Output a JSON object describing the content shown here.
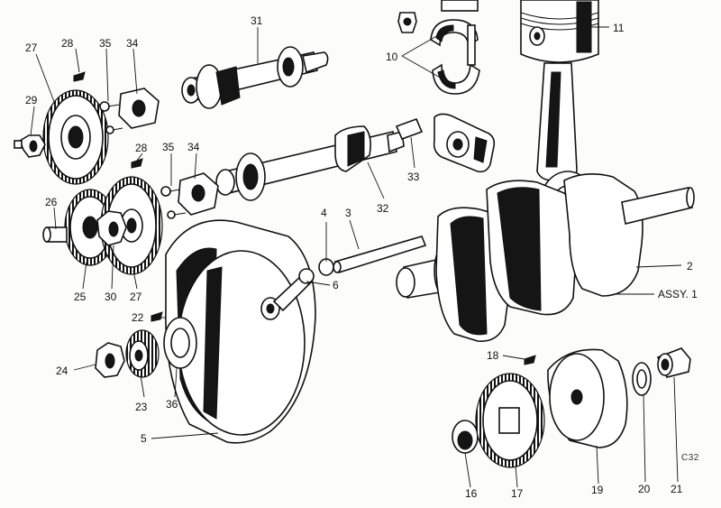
{
  "labels": {
    "l1": "ASSY. 1",
    "l2": "2",
    "l3": "3",
    "l4": "4",
    "l5": "5",
    "l6": "6",
    "l10": "10",
    "l11": "11",
    "l16": "16",
    "l17": "17",
    "l18": "18",
    "l19": "19",
    "l20": "20",
    "l21": "21",
    "l22": "22",
    "l23": "23",
    "l24": "24",
    "l25": "25",
    "l26": "26",
    "l27a": "27",
    "l27b": "27",
    "l28a": "28",
    "l28b": "28",
    "l29": "29",
    "l30": "30",
    "l31": "31",
    "l32": "32",
    "l33": "33",
    "l34a": "34",
    "l34b": "34",
    "l35a": "35",
    "l35b": "35",
    "l36": "36"
  },
  "figure_ref": "C32",
  "icons": [
    "gear-icon",
    "crankshaft-icon",
    "flywheel-icon",
    "camshaft-icon",
    "connecting-rod-icon",
    "piston-icon",
    "sprocket-icon",
    "bearing-icon",
    "nut-icon",
    "bolt-icon"
  ]
}
